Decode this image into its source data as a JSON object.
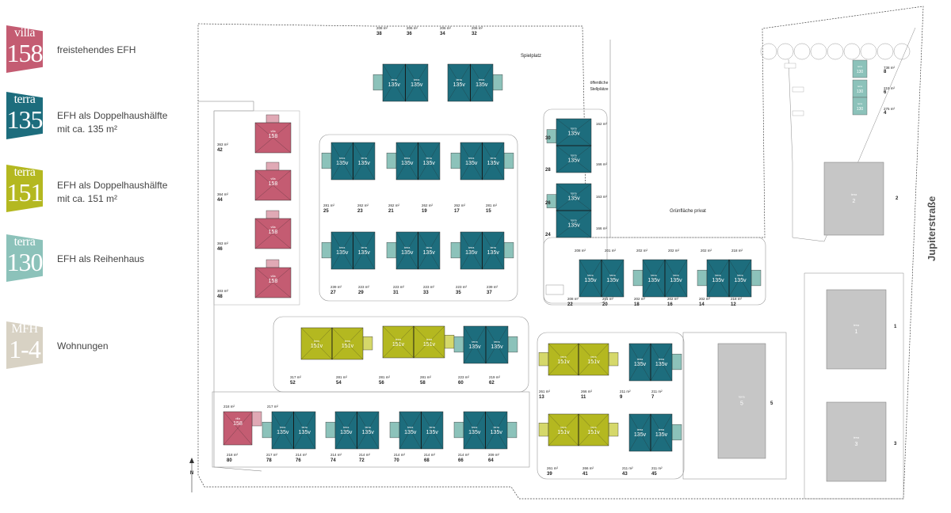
{
  "colors": {
    "villa": "#c45c72",
    "terra135": "#1d6d7d",
    "terra151": "#b4b820",
    "terra130": "#8cc2ba",
    "mfh": "#d8d2c4",
    "grey": "#c6c6c6"
  },
  "legend": [
    {
      "word": "villa",
      "num": "158",
      "text": "freistehendes EFH",
      "color": "#c45c72"
    },
    {
      "word": "terra",
      "num": "135",
      "text": "EFH als Doppelhaushälfte mit ca. 135 m²",
      "color": "#1d6d7d"
    },
    {
      "word": "terra",
      "num": "151",
      "text": "EFH als Doppelhaushälfte mit ca. 151 m²",
      "color": "#b4b820"
    },
    {
      "word": "terra",
      "num": "130",
      "text": "EFH als Reihenhaus",
      "color": "#8cc2ba"
    },
    {
      "word": "MFH",
      "num": "1-4",
      "text": "Wohnungen",
      "color": "#d8d2c4"
    }
  ],
  "plan": {
    "street": "Jupiterstraße",
    "north": "N",
    "spielplatz": "Spielplatz",
    "parking": "öffentliche Stellplätze",
    "green": "Grünfläche privat"
  },
  "lots": [
    {
      "n": "38",
      "a": "208 m²"
    },
    {
      "n": "36",
      "a": "206 m²"
    },
    {
      "n": "34",
      "a": "206 m²"
    },
    {
      "n": "32",
      "a": "206 m²"
    },
    {
      "n": "42",
      "a": "363 m²"
    },
    {
      "n": "44",
      "a": "364 m²"
    },
    {
      "n": "46",
      "a": "363 m²"
    },
    {
      "n": "48",
      "a": "303 m²"
    },
    {
      "n": "25",
      "a": "281 m²"
    },
    {
      "n": "23",
      "a": "262 m²"
    },
    {
      "n": "21",
      "a": "262 m²"
    },
    {
      "n": "19",
      "a": "262 m²"
    },
    {
      "n": "17",
      "a": "262 m²"
    },
    {
      "n": "15",
      "a": "281 m²"
    },
    {
      "n": "27",
      "a": "239 m²"
    },
    {
      "n": "29",
      "a": "223 m²"
    },
    {
      "n": "31",
      "a": "223 m²"
    },
    {
      "n": "33",
      "a": "223 m²"
    },
    {
      "n": "35",
      "a": "223 m²"
    },
    {
      "n": "37",
      "a": "239 m²"
    },
    {
      "n": "30",
      "a": "162 m²"
    },
    {
      "n": "28",
      "a": "166 m²"
    },
    {
      "n": "26",
      "a": "163 m²"
    },
    {
      "n": "24",
      "a": "166 m²"
    },
    {
      "n": "22",
      "a": "208 m²"
    },
    {
      "n": "20",
      "a": "201 m²"
    },
    {
      "n": "18",
      "a": "202 m²"
    },
    {
      "n": "16",
      "a": "202 m²"
    },
    {
      "n": "14",
      "a": "202 m²"
    },
    {
      "n": "12",
      "a": "218 m²"
    },
    {
      "n": "8",
      "a": "738 m²"
    },
    {
      "n": "6",
      "a": "215 m²"
    },
    {
      "n": "4",
      "a": "275 m²"
    },
    {
      "n": "52",
      "a": "317 m²"
    },
    {
      "n": "54",
      "a": "281 m²"
    },
    {
      "n": "56",
      "a": "281 m²"
    },
    {
      "n": "58",
      "a": "281 m²"
    },
    {
      "n": "60",
      "a": "223 m²"
    },
    {
      "n": "62",
      "a": "219 m²"
    },
    {
      "n": "13",
      "a": "261 m²"
    },
    {
      "n": "11",
      "a": "266 m²"
    },
    {
      "n": "9",
      "a": "211 m²"
    },
    {
      "n": "7",
      "a": "211 m²"
    },
    {
      "n": "80",
      "a": "218 m²"
    },
    {
      "n": "78",
      "a": "217 m²"
    },
    {
      "n": "76",
      "a": "214 m²"
    },
    {
      "n": "74",
      "a": "214 m²"
    },
    {
      "n": "72",
      "a": "214 m²"
    },
    {
      "n": "70",
      "a": "214 m²"
    },
    {
      "n": "68",
      "a": "214 m²"
    },
    {
      "n": "66",
      "a": "214 m²"
    },
    {
      "n": "64",
      "a": "209 m²"
    },
    {
      "n": "39",
      "a": "261 m²"
    },
    {
      "n": "41",
      "a": "266 m²"
    },
    {
      "n": "43",
      "a": "211 m²"
    },
    {
      "n": "45",
      "a": "211 m²"
    }
  ],
  "buildings": {
    "mfh_numbers": [
      "1",
      "2",
      "3",
      "5"
    ]
  }
}
